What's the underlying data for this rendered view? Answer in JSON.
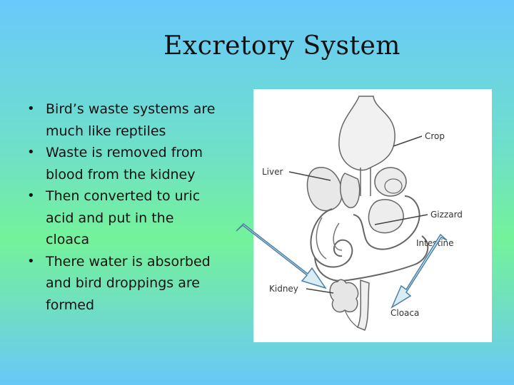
{
  "slide": {
    "title": "Excretory System",
    "bullets": [
      {
        "lines": [
          "Bird’s waste systems are",
          "much like reptiles"
        ]
      },
      {
        "lines": [
          "Waste is removed from",
          "blood from the kidney"
        ]
      },
      {
        "lines": [
          "Then converted to uric",
          "acid and put in the",
          "cloaca"
        ]
      },
      {
        "lines": [
          "There water is absorbed",
          "and bird droppings are",
          "formed"
        ]
      }
    ]
  },
  "diagram": {
    "labels": {
      "crop": "Crop",
      "liver": "Liver",
      "gizzard": "Gizzard",
      "intestine": "Intestine",
      "kidney": "Kidney",
      "cloaca": "Cloaca"
    }
  },
  "colors": {
    "arrow_fill": "#d8eef4",
    "arrow_stroke": "#4a7fa6"
  }
}
